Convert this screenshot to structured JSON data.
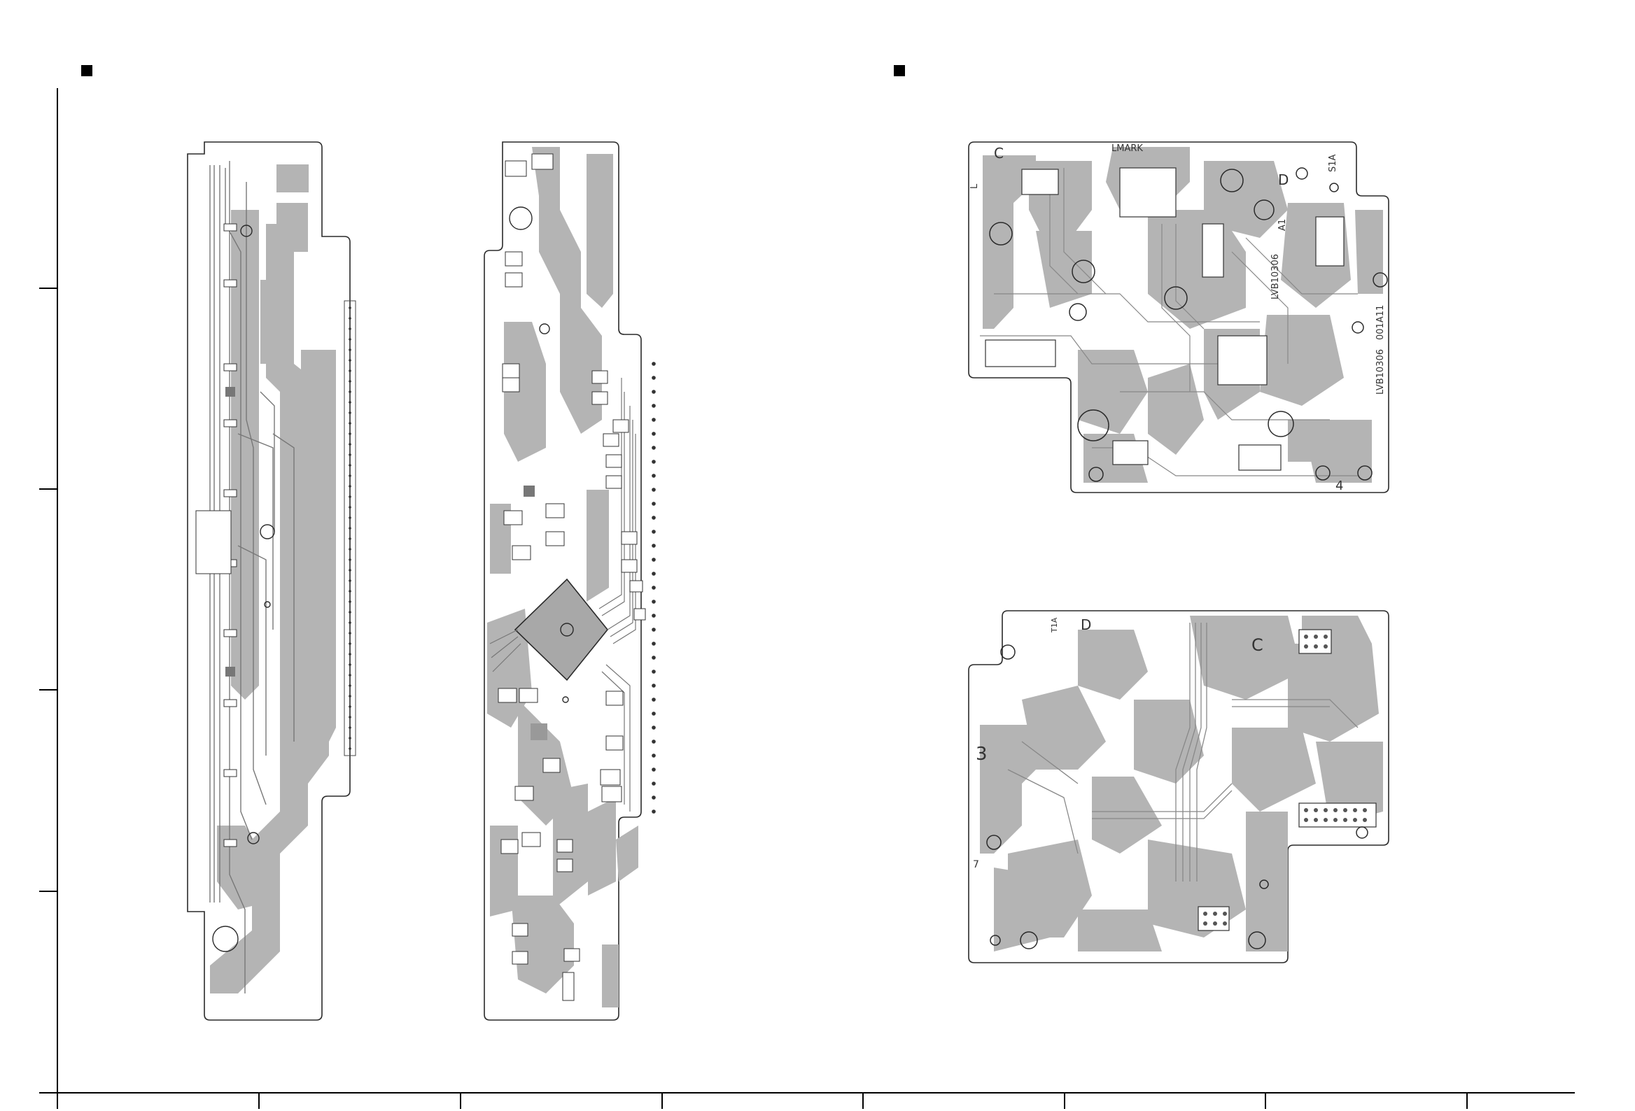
{
  "page": {
    "bullets": [
      "",
      ""
    ]
  },
  "boards": {
    "left_narrow": {
      "labels": []
    },
    "mid_narrow": {
      "labels": []
    },
    "main_top": {
      "labels": [
        "LMARK",
        "LVB10306",
        "LVB10306",
        "001A11",
        "S1A",
        "A1",
        "C",
        "D",
        "4",
        "L"
      ]
    },
    "main_bottom": {
      "labels": [
        "C",
        "D",
        "T1A",
        "3",
        "7"
      ]
    }
  },
  "colors": {
    "copper": "#b4b4b4",
    "outline": "#2a2a2a",
    "frame": "#000000",
    "background": "#ffffff"
  }
}
